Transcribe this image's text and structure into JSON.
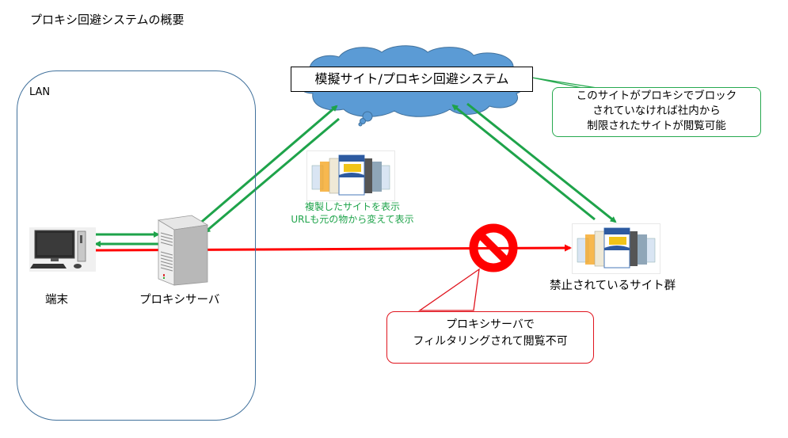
{
  "title": "プロキシ回避システムの概要",
  "lan_label": "LAN",
  "nodes": {
    "terminal": "端末",
    "proxy_server": "プロキシサーバ",
    "forbidden_sites": "禁止されているサイト群"
  },
  "cloud": {
    "label": "模擬サイト/プロキシ回避システム"
  },
  "callouts": {
    "green": [
      "このサイトがプロキシでブロック",
      "されていなければ社内から",
      "制限されたサイトが閲覧可能"
    ],
    "red": [
      "プロキシサーバで",
      "フィルタリングされて閲覧不可"
    ]
  },
  "green_note": [
    "複製したサイトを表示",
    "URLも元の物から変えて表示"
  ],
  "icons": {
    "terminal": "desktop-pc-icon",
    "proxy": "tower-server-icon",
    "sites": "website-collage-icon",
    "blocked": "prohibited-icon",
    "cloud": "cloud-icon"
  },
  "colors": {
    "allowed_arrow": "#1ea34a",
    "blocked_arrow": "#ff0000",
    "cloud_fill": "#5b9bd5",
    "lan_border": "#41719c"
  }
}
